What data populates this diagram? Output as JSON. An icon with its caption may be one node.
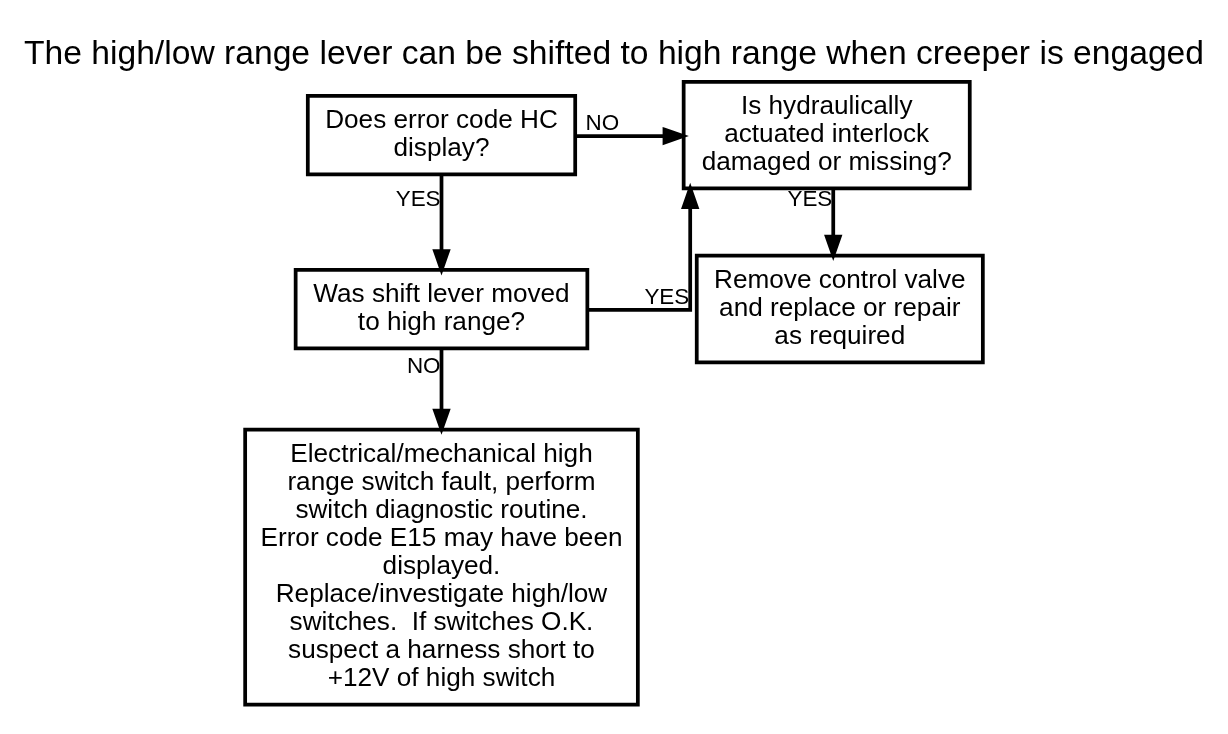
{
  "diagram": {
    "title": "The high/low range lever can be shifted to high range when creeper is engaged",
    "nodes": [
      {
        "text": [
          "Does error code HC display?"
        ]
      },
      {
        "text": [
          "Was shift lever moved to high range?"
        ]
      },
      {
        "text": [
          "Electrical/mechanical high range switch fault, perform switch diagnostic routine.  Error code E15 may have been displayed.  Replace/investigate high/low switches.  If switches O.K. suspect a harness short to +12V of high switch"
        ]
      },
      {
        "text": [
          "Is hydraulically actuated interlock damaged or missing?"
        ]
      },
      {
        "text": [
          "Remove control valve and replace or repair as required"
        ]
      }
    ],
    "edges": [
      {
        "from": 0,
        "to": 1,
        "arrow": "to",
        "label": "YES"
      },
      {
        "from": 1,
        "to": 2,
        "arrow": "to",
        "label": "NO"
      },
      {
        "from": 0,
        "to": 3,
        "arrow": "to",
        "label": "NO"
      },
      {
        "from": 1,
        "to": 3,
        "arrow": "to",
        "label": "YES"
      },
      {
        "from": 3,
        "to": 4,
        "arrow": "to",
        "label": "YES"
      }
    ]
  }
}
